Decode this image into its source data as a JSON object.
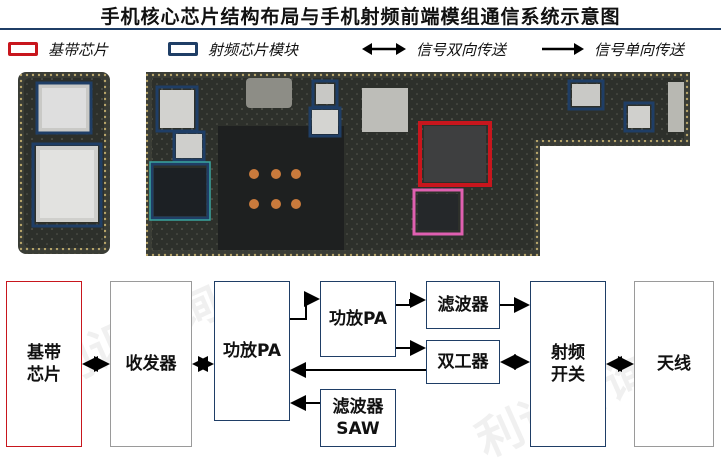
{
  "title": "手机核心芯片结构布局与手机射频前端模组通信系统示意图",
  "legend": {
    "baseband_chip": "基带芯片",
    "rf_module": "射频芯片模块",
    "bidirectional": "信号双向传送",
    "unidirectional": "信号单向传送"
  },
  "colors": {
    "baseband": "#c8161d",
    "rf_module": "#1f3e66",
    "pink": "#e060b0",
    "teal": "#3aa6a0"
  },
  "blocks": {
    "baseband": "基带\n芯片",
    "transceiver": "收发器",
    "pa_main": "功放PA",
    "pa_sub": "功放PA",
    "filter_top": "滤波器",
    "duplexer": "双工器",
    "saw": "滤波器\nSAW",
    "rf_switch": "射频\n开关",
    "antenna": "天线"
  },
  "watermark": "利识咨询"
}
